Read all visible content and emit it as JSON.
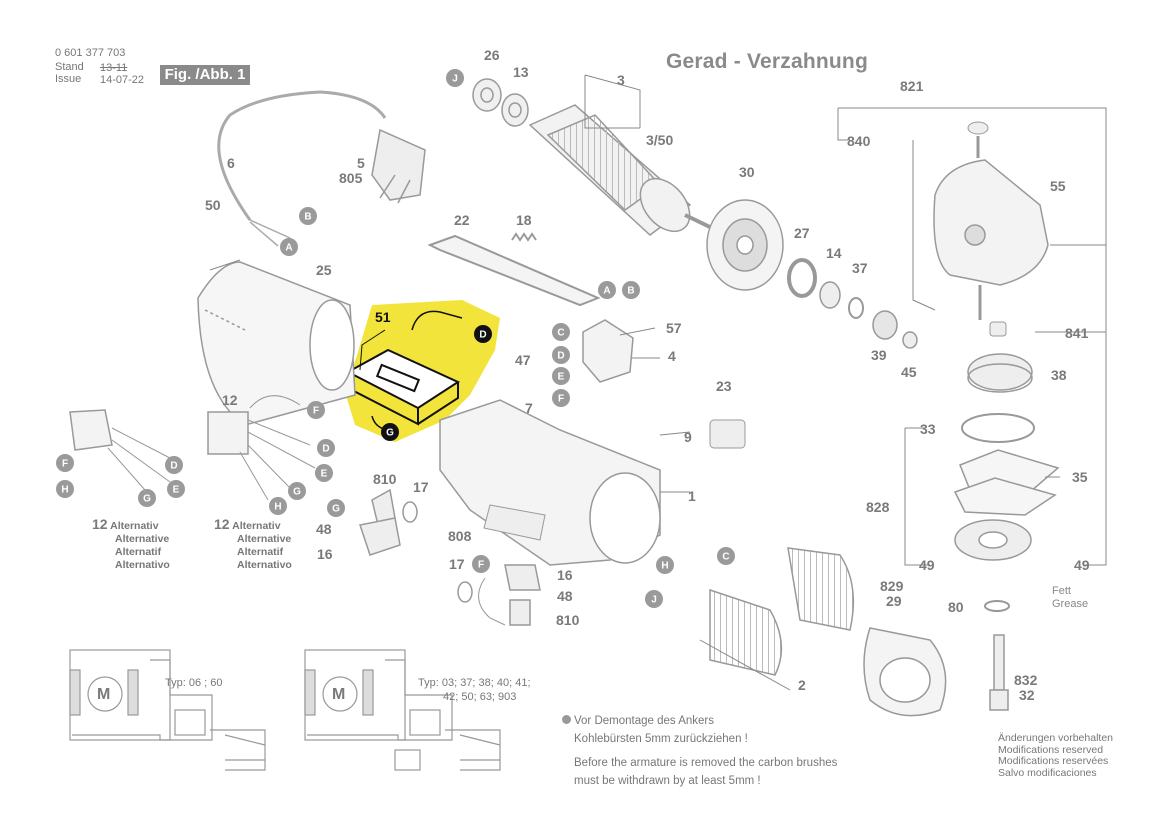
{
  "header": {
    "part_number": "0 601 377 703",
    "stand_label": "Stand",
    "issue_label": "Issue",
    "stand_date": "13-11",
    "issue_date": "14-07-22",
    "figure_label": "Fig. /Abb. 1"
  },
  "title": "Gerad - Verzahnung",
  "part_labels": [
    "26",
    "13",
    "3",
    "3/50",
    "821",
    "840",
    "55",
    "5",
    "805",
    "6",
    "50",
    "25",
    "22",
    "18",
    "30",
    "27",
    "14",
    "37",
    "51",
    "57",
    "4",
    "47",
    "7",
    "23",
    "9",
    "12",
    "1",
    "39",
    "45",
    "841",
    "38",
    "33",
    "35",
    "828",
    "810",
    "17",
    "48",
    "16",
    "808",
    "17",
    "16",
    "48",
    "810",
    "2",
    "829",
    "29",
    "49",
    "49",
    "80",
    "832",
    "32",
    "12"
  ],
  "callouts": [
    "J",
    "B",
    "A",
    "A",
    "B",
    "D",
    "C",
    "D",
    "E",
    "F",
    "F",
    "G",
    "D",
    "E",
    "G",
    "H",
    "D",
    "E",
    "F",
    "G",
    "H",
    "G",
    "F",
    "C",
    "H",
    "J"
  ],
  "highlight": {
    "part": "51",
    "color": "#f2e43a"
  },
  "alternativ": {
    "left_number": "12",
    "right_number": "12",
    "lines": [
      "Alternativ",
      "Alternative",
      "Alternatif",
      "Alternativo"
    ]
  },
  "wiring": {
    "motor_symbol": "M",
    "left_type": "Typ: 06 ; 60",
    "right_type_line1": "Typ: 03; 37; 38; 40; 41;",
    "right_type_line2": "42; 50; 63; 903"
  },
  "note": {
    "de1": "Vor Demontage des Ankers",
    "de2": "Kohlebürsten 5mm zurückziehen !",
    "en1": "Before the armature is removed the carbon brushes",
    "en2": "must be withdrawn by at least 5mm !"
  },
  "grease": {
    "de": "Fett",
    "en": "Grease"
  },
  "modifications": [
    "Änderungen vorbehalten",
    "Modifications reserved",
    "Modifications reservées",
    "Salvo modificaciones"
  ]
}
